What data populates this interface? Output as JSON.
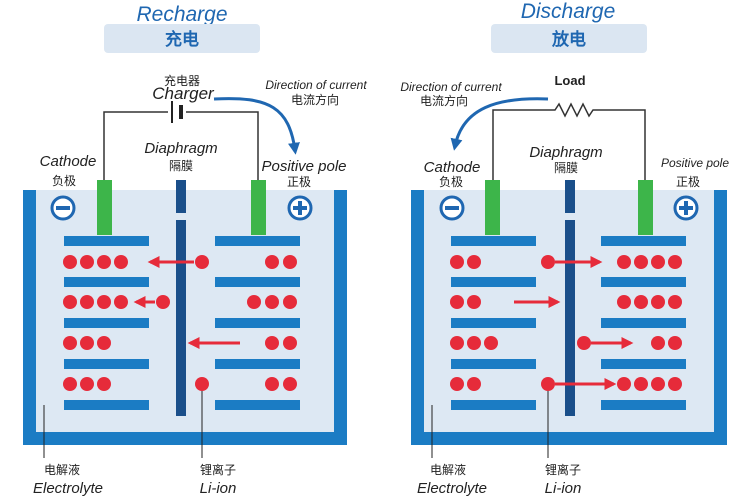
{
  "colors": {
    "blue": "#1b7cc4",
    "electrolyte": "#dde8f3",
    "green": "#3db54a",
    "ion": "#e62b3a",
    "separator": "#1a4f8a",
    "title": "#1f67b1",
    "title_bg": "#dbe6f2",
    "terminal": "#1f67b1",
    "wire": "#333333"
  },
  "recharge": {
    "title_en": "Recharge",
    "title_cn": "充电",
    "charger_cn": "充电器",
    "charger_en": "Charger",
    "current_en": "Direction of current",
    "current_cn": "电流方向",
    "diaphragm_en": "Diaphragm",
    "diaphragm_cn": "隔膜",
    "cathode_en": "Cathode",
    "cathode_cn": "负极",
    "positive_en": "Positive pole",
    "positive_cn": "正极",
    "electrolyte_cn": "电解液",
    "electrolyte_en": "Electrolyte",
    "liion_cn": "锂离子",
    "liion_en": "Li-ion",
    "minus_icon": "minus-circle-icon",
    "plus_icon": "plus-circle-icon"
  },
  "discharge": {
    "title_en": "Discharge",
    "title_cn": "放电",
    "load_label": "Load",
    "current_en": "Direction of current",
    "current_cn": "电流方向",
    "diaphragm_en": "Diaphragm",
    "diaphragm_cn": "隔膜",
    "cathode_en": "Cathode",
    "cathode_cn": "负极",
    "positive_en": "Positive pole",
    "positive_cn": "正极",
    "electrolyte_cn": "电解液",
    "electrolyte_en": "Electrolyte",
    "liion_cn": "锂离子",
    "liion_en": "Li-ion",
    "minus_icon": "minus-circle-icon",
    "plus_icon": "plus-circle-icon"
  }
}
